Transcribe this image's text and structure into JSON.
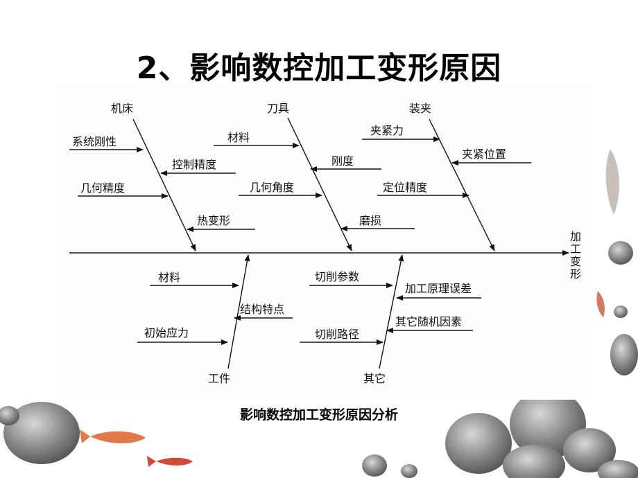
{
  "slide": {
    "title": "2、影响数控加工变形原因",
    "caption": "影响数控加工变形原因分析"
  },
  "diagram": {
    "effect_label": [
      "加",
      "工",
      "变",
      "形"
    ],
    "categories": {
      "machine": "机床",
      "tool": "刀具",
      "fixture": "装夹",
      "workpiece": "工件",
      "other": "其它"
    },
    "causes": {
      "machine_system_rigidity": "系统刚性",
      "machine_control_precision": "控制精度",
      "machine_geometric_precision": "几何精度",
      "machine_thermal_deformation": "热变形",
      "tool_material": "材料",
      "tool_rigidity": "刚度",
      "tool_geometric_angle": "几何角度",
      "tool_wear": "磨损",
      "fixture_clamping_force": "夹紧力",
      "fixture_clamping_position": "夹紧位置",
      "fixture_positioning_precision": "定位精度",
      "workpiece_material": "材料",
      "workpiece_structure": "结构特点",
      "workpiece_initial_stress": "初始应力",
      "other_cutting_params": "切削参数",
      "other_principle_error": "加工原理误差",
      "other_random_factors": "其它随机因素",
      "other_cutting_path": "切削路径"
    }
  },
  "colors": {
    "line": "#111111",
    "background": "#ffffff"
  }
}
